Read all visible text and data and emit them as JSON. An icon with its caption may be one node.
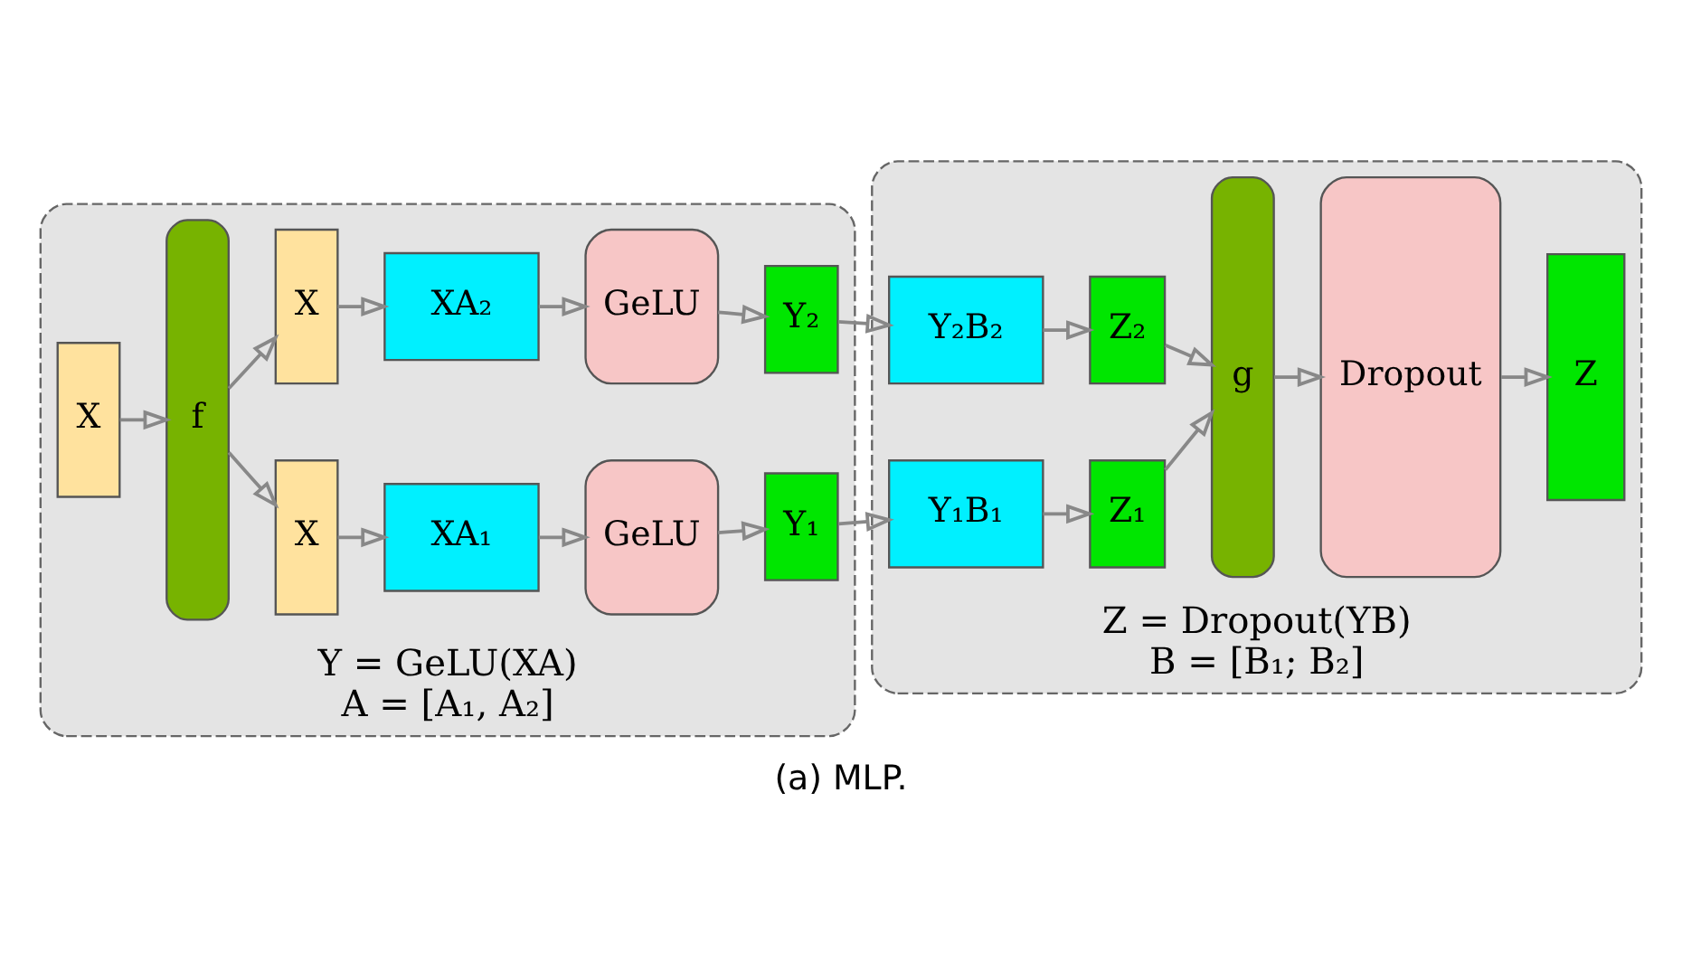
{
  "diagram": {
    "caption": "(a) MLP.",
    "nodes": [
      {
        "text": [
          "Y = GeLU(XA)",
          "A = [A₁, A₂]"
        ]
      },
      {
        "text": [
          "X"
        ],
        "in": 0
      },
      {
        "text": [
          "f"
        ],
        "in": 0
      },
      {
        "text": [
          "X"
        ],
        "in": 0
      },
      {
        "text": [
          "XA₁"
        ],
        "in": 0
      },
      {
        "text": [
          "GeLU"
        ],
        "in": 0
      },
      {
        "text": [
          "Y₁"
        ],
        "in": 0
      },
      {
        "text": [
          "X"
        ],
        "in": 0
      },
      {
        "text": [
          "XA₂"
        ],
        "in": 0
      },
      {
        "text": [
          "GeLU"
        ],
        "in": 0
      },
      {
        "text": [
          "Y₂"
        ],
        "in": 0
      },
      {
        "text": [
          "Z = Dropout(YB)",
          "B = [B₁; B₂]"
        ]
      },
      {
        "text": [
          "Y₁B₁"
        ],
        "in": 11
      },
      {
        "text": [
          "Z₁"
        ],
        "in": 11
      },
      {
        "text": [
          "Y₂B₂"
        ],
        "in": 11
      },
      {
        "text": [
          "Z₂"
        ],
        "in": 11
      },
      {
        "text": [
          "g"
        ],
        "in": 11
      },
      {
        "text": [
          "Dropout"
        ],
        "in": 11
      },
      {
        "text": [
          "Z"
        ],
        "in": 11
      }
    ],
    "edges": [
      {
        "from": 1,
        "to": 2,
        "arrow": "to"
      },
      {
        "from": 2,
        "to": 3,
        "arrow": "to"
      },
      {
        "from": 2,
        "to": 7,
        "arrow": "to"
      },
      {
        "from": 3,
        "to": 4,
        "arrow": "to"
      },
      {
        "from": 4,
        "to": 5,
        "arrow": "to"
      },
      {
        "from": 5,
        "to": 6,
        "arrow": "to"
      },
      {
        "from": 7,
        "to": 8,
        "arrow": "to"
      },
      {
        "from": 8,
        "to": 9,
        "arrow": "to"
      },
      {
        "from": 9,
        "to": 10,
        "arrow": "to"
      },
      {
        "from": 6,
        "to": 12,
        "arrow": "to"
      },
      {
        "from": 10,
        "to": 14,
        "arrow": "to"
      },
      {
        "from": 12,
        "to": 13,
        "arrow": "to"
      },
      {
        "from": 14,
        "to": 15,
        "arrow": "to"
      },
      {
        "from": 13,
        "to": 16,
        "arrow": "to"
      },
      {
        "from": 15,
        "to": 16,
        "arrow": "to"
      },
      {
        "from": 16,
        "to": 17,
        "arrow": "to"
      },
      {
        "from": 17,
        "to": 18,
        "arrow": "to"
      }
    ]
  }
}
